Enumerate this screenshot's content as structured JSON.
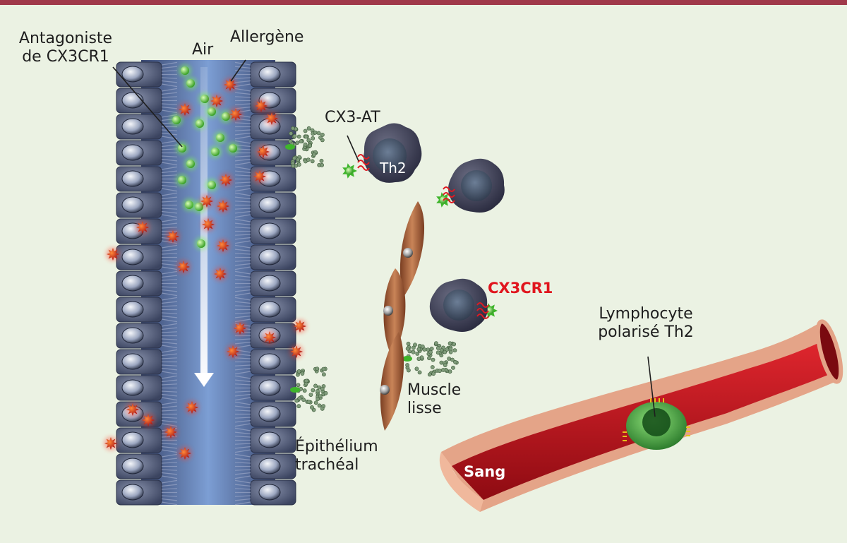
{
  "labels": {
    "antagonist_line1": "Antagoniste",
    "antagonist_line2": "de CX3CR1",
    "air": "Air",
    "allergen": "Allergène",
    "cx3_at": "CX3-AT",
    "th2": "Th2",
    "cx3cr1": "CX3CR1",
    "lymphocyte_line1": "Lymphocyte",
    "lymphocyte_line2": "polarisé Th2",
    "muscle_line1": "Muscle",
    "muscle_line2": "lisse",
    "epithelium_line1": "Épithélium",
    "epithelium_line2": "trachéal",
    "blood": "Sang"
  },
  "colors": {
    "background": "#ebf2e3",
    "top_bar": "#a0394a",
    "epithelial_cell": "#4a5470",
    "lumen": "#3d6aa8",
    "allergen": "#d41818",
    "antagonist": "#5fcf3a",
    "th2_cell": "#3e3f52",
    "smooth_muscle": "#b06a45",
    "vessel_wall": "#e4a488",
    "blood": "#c8101a",
    "lymphocyte": "#3aa83a",
    "cx3cr1_label": "#e0151d"
  }
}
